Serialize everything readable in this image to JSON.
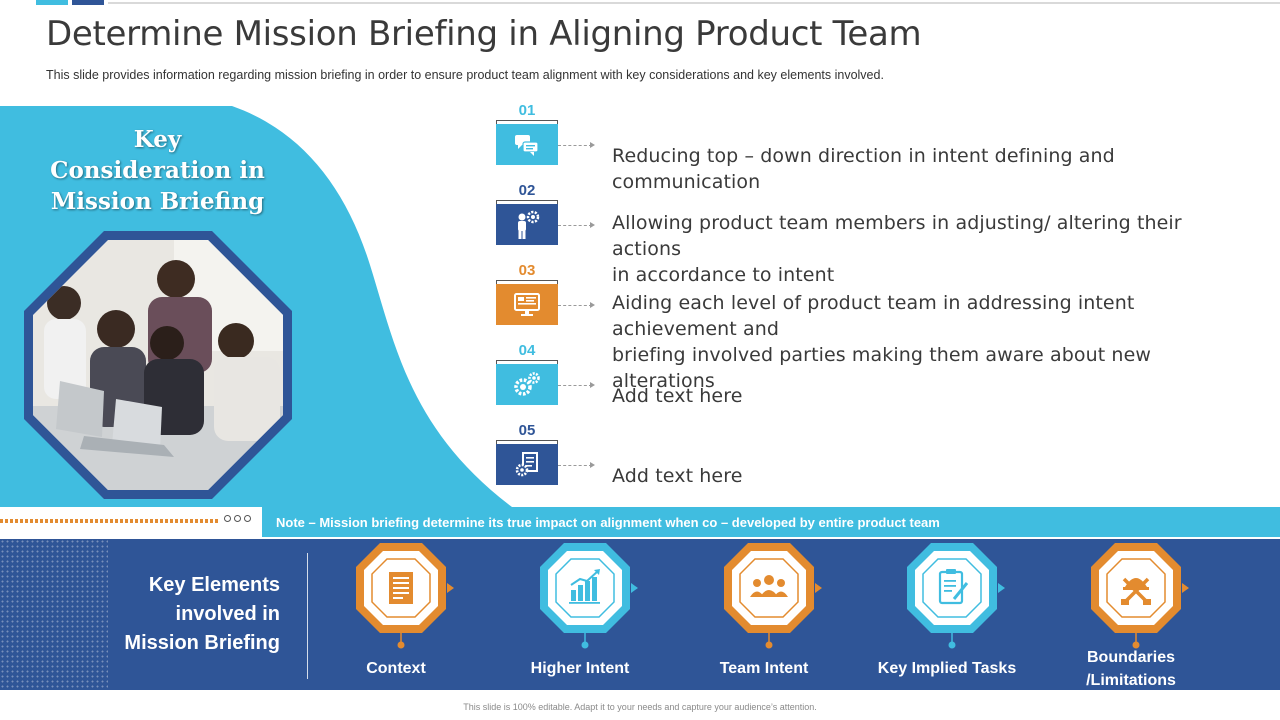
{
  "slide": {
    "title": "Determine Mission Briefing in Aligning Product Team",
    "subtitle": "This slide provides information regarding mission briefing in order to ensure product team alignment with key considerations and key elements involved."
  },
  "key_consideration": {
    "line1": "Key",
    "line2": "Consideration in",
    "line3": "Mission Briefing"
  },
  "steps": [
    {
      "number": "01",
      "color": "#40bde0",
      "icon": "chat-bubbles-icon",
      "lines": [
        "Reducing top – down direction in intent defining and communication"
      ]
    },
    {
      "number": "02",
      "color": "#2f5597",
      "icon": "person-gear-icon",
      "lines": [
        "Allowing product team members in adjusting/ altering their actions",
        "in accordance to intent"
      ]
    },
    {
      "number": "03",
      "color": "#e38b2f",
      "icon": "monitor-dashboard-icon",
      "lines": [
        "Aiding each level of product team in addressing intent achievement and",
        "briefing involved parties making them aware about new alterations"
      ]
    },
    {
      "number": "04",
      "color": "#40bde0",
      "icon": "gears-icon",
      "lines": [
        "Add text here"
      ]
    },
    {
      "number": "05",
      "color": "#2f5597",
      "icon": "document-gear-icon",
      "lines": [
        "Add text here"
      ]
    }
  ],
  "note": "Note – Mission briefing determine its true impact on alignment when co – developed by entire product team",
  "key_elements": {
    "line1": "Key Elements",
    "line2": "involved in",
    "line3": "Mission Briefing"
  },
  "elements": [
    {
      "label1": "Context",
      "label2": "",
      "color": "#e38b2f",
      "icon": "document-list-icon"
    },
    {
      "label1": "Higher Intent",
      "label2": "",
      "color": "#40bde0",
      "icon": "bar-chart-icon"
    },
    {
      "label1": "Team Intent",
      "label2": "",
      "color": "#e38b2f",
      "icon": "team-people-icon"
    },
    {
      "label1": "Key Implied Tasks",
      "label2": "",
      "color": "#40bde0",
      "icon": "clipboard-checklist-icon"
    },
    {
      "label1": "Boundaries",
      "label2": "/Limitations",
      "color": "#e38b2f",
      "icon": "crossed-tools-icon"
    }
  ],
  "footer": "This slide is 100% editable. Adapt it to your needs and capture your audience’s attention.",
  "colors": {
    "teal": "#40bde0",
    "navy": "#2f5597",
    "orange": "#e38b2f"
  }
}
